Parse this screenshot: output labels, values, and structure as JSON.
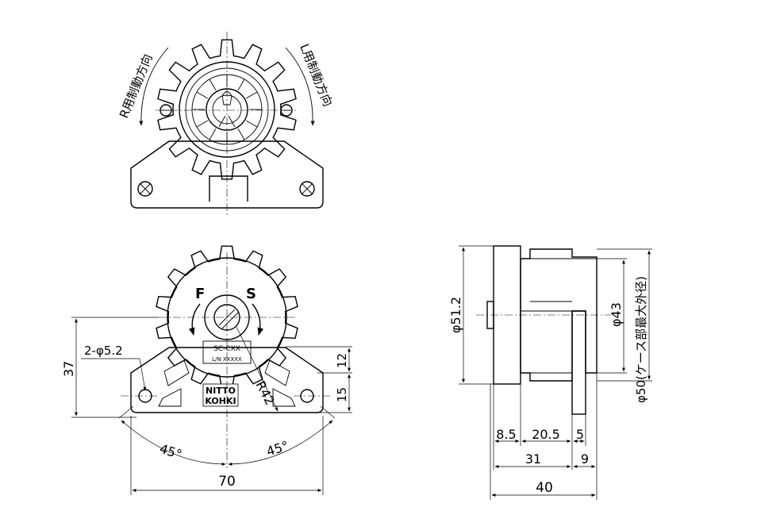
{
  "top_view": {
    "rotation_label_left": "R用制動方向",
    "rotation_label_right": "L用制動方向"
  },
  "front_view": {
    "label_f": "F",
    "label_s": "S",
    "nameplate_line1": "SC-CXX",
    "nameplate_line2": "L/N XXXXX",
    "logo_line1": "NITTO",
    "logo_line2": "KOHKI"
  },
  "dimensions": {
    "hole_note": "2-φ5.2",
    "height_37": "37",
    "dim_12": "12",
    "dim_15": "15",
    "radius_r42": "R42",
    "angle_left": "45°",
    "angle_right": "45°",
    "width_70": "70",
    "dia_51_2": "φ51.2",
    "dia_43": "φ43",
    "dia_50_note": "φ50(ケース部最大外径)",
    "dim_8_5": "8.5",
    "dim_20_5": "20.5",
    "dim_5": "5",
    "dim_31": "31",
    "dim_9": "9",
    "dim_40": "40"
  }
}
